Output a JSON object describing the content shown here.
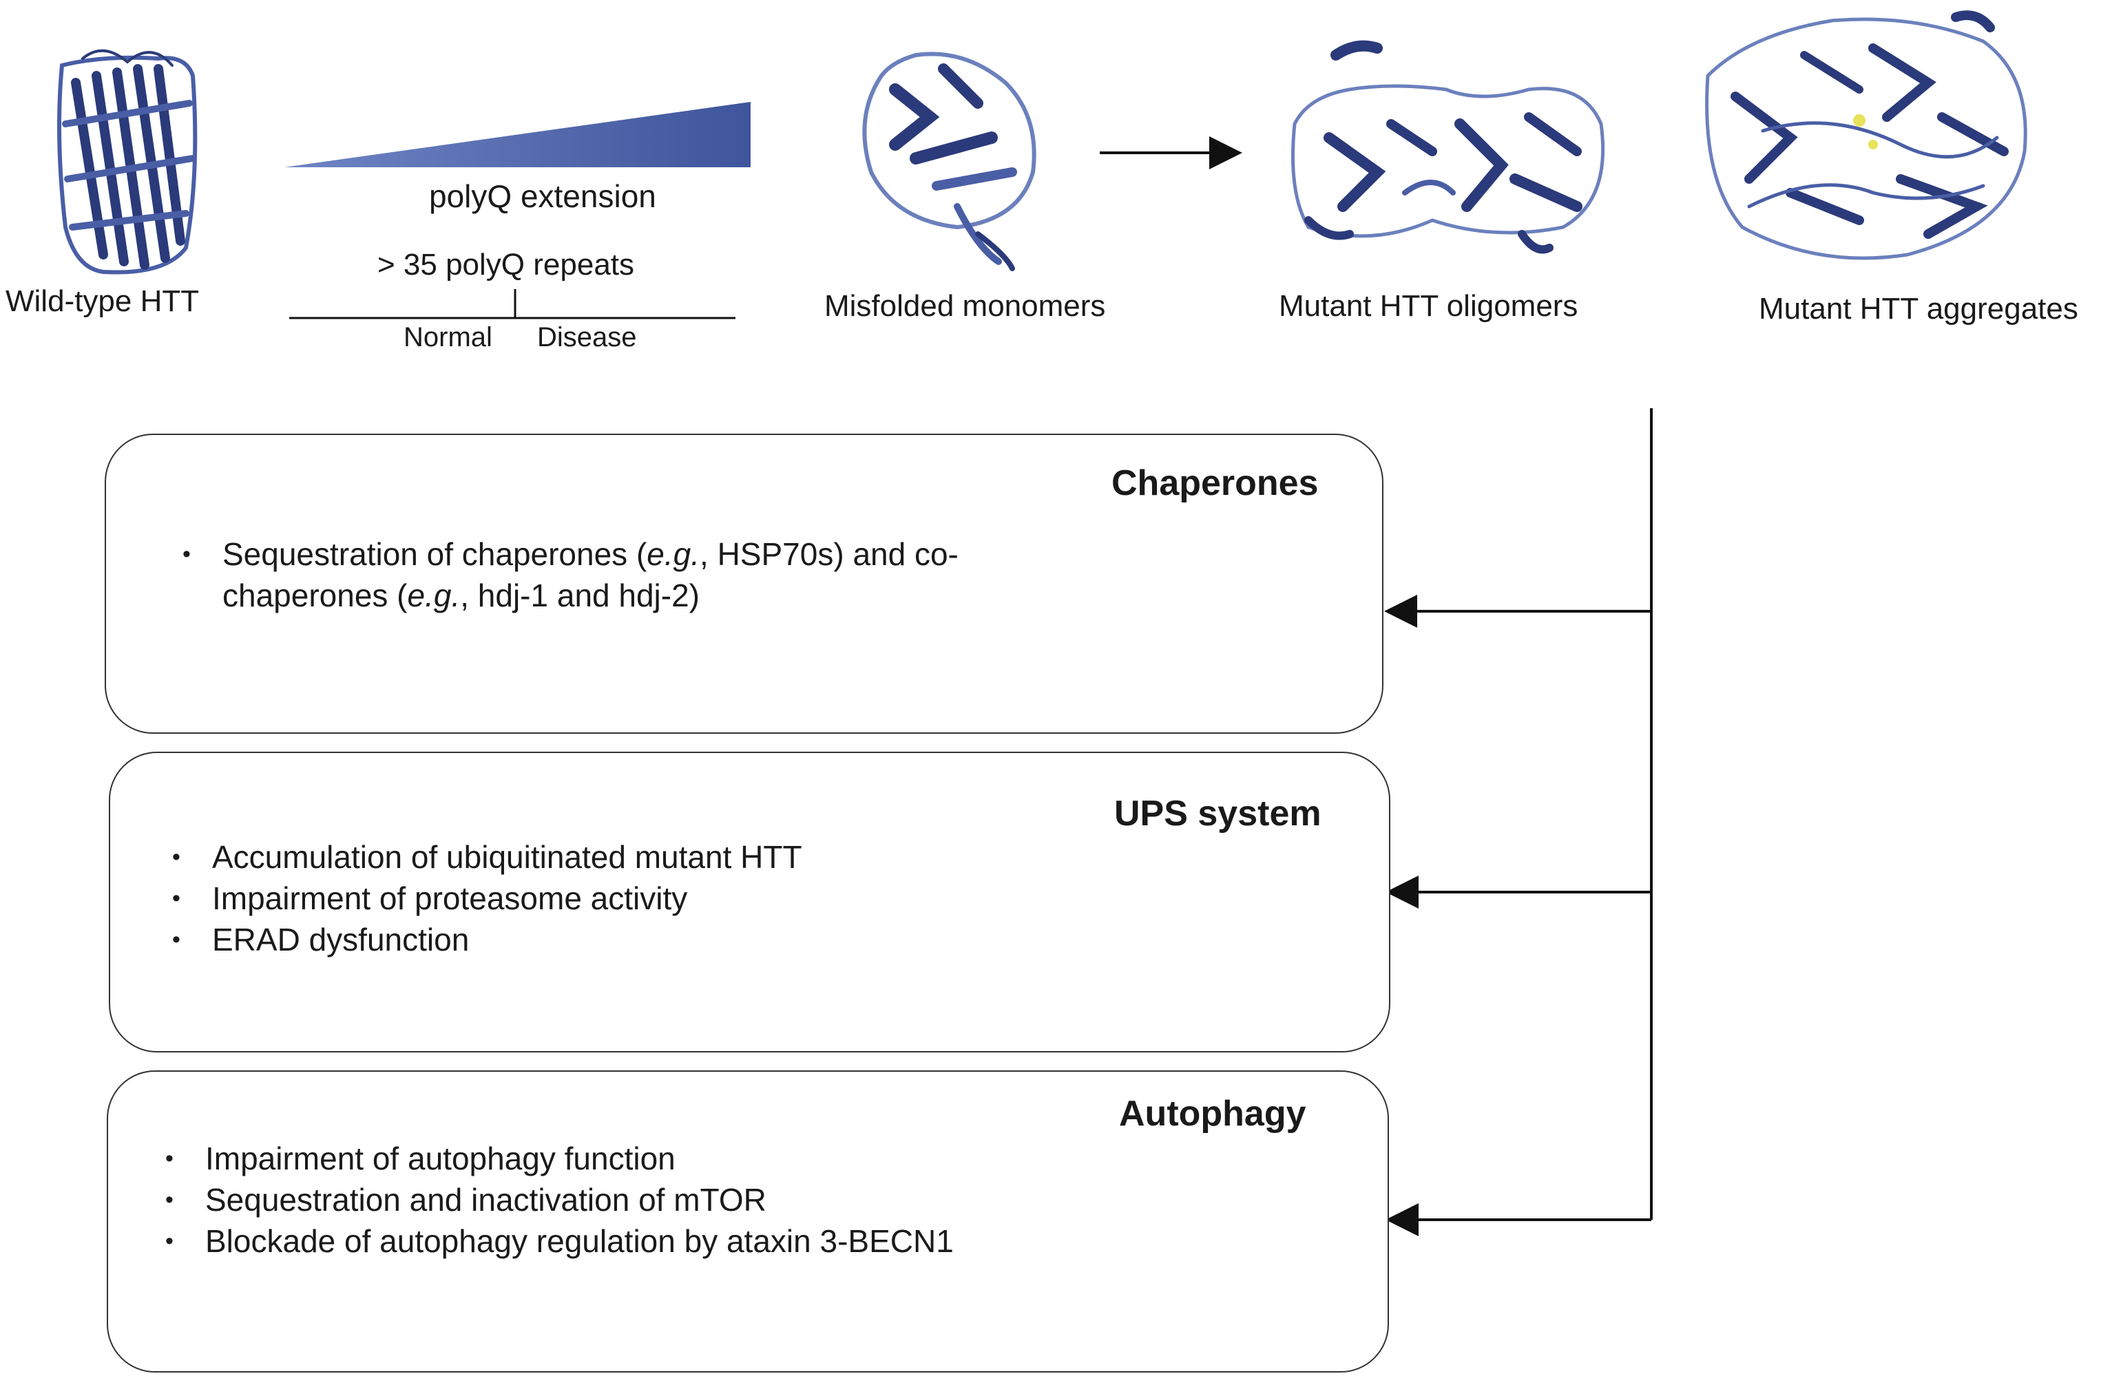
{
  "top": {
    "wild_type": "Wild-type HTT",
    "polyq_extension": "polyQ extension",
    "repeats": "> 35 polyQ repeats",
    "normal": "Normal",
    "disease": "Disease",
    "misfolded": "Misfolded monomers",
    "oligomers": "Mutant HTT oligomers",
    "aggregates": "Mutant HTT aggregates"
  },
  "boxes": {
    "chaperones": {
      "title": "Chaperones",
      "item1_pre": "Sequestration of chaperones (",
      "item1_eg": "e.g.",
      "item1_mid": ", HSP70s) and co-",
      "item1_line2_pre": "chaperones (",
      "item1_eg2": "e.g.",
      "item1_line2_post": ", hdj-1 and hdj-2)"
    },
    "ups": {
      "title": "UPS system",
      "items": [
        "Accumulation of ubiquitinated mutant HTT",
        "Impairment of proteasome activity",
        "ERAD dysfunction"
      ]
    },
    "autophagy": {
      "title": "Autophagy",
      "items": [
        "Impairment of autophagy function",
        "Sequestration and inactivation of mTOR",
        "Blockade of autophagy regulation by ataxin 3-BECN1"
      ]
    }
  },
  "colors": {
    "protein_dark": "#2b3a7a",
    "protein_mid": "#4a5ea6",
    "protein_light": "#8fa0d6",
    "line": "#111111"
  }
}
